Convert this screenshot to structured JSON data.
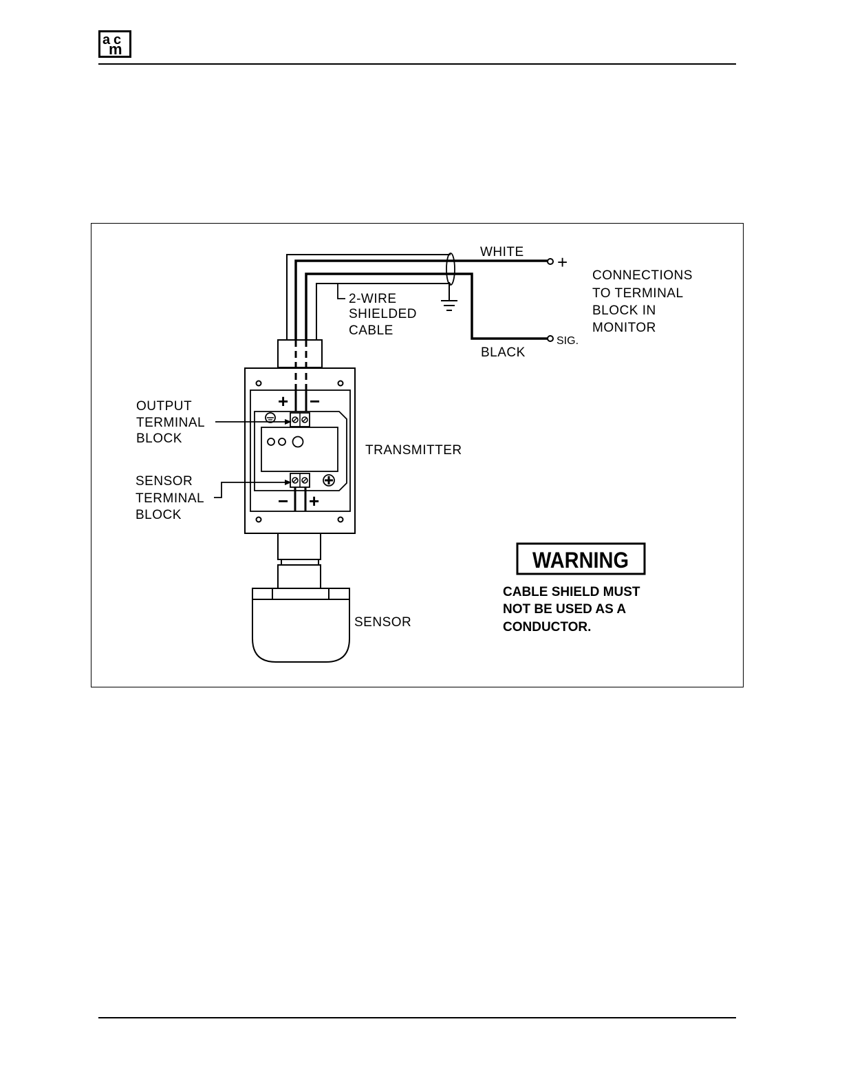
{
  "header": {
    "logo": {
      "letters": [
        "a",
        "c",
        "m"
      ]
    }
  },
  "diagram": {
    "wire_labels": {
      "white": "WHITE",
      "black": "BLACK"
    },
    "terminal_plus": "+",
    "terminal_sig": "SIG.",
    "cable_label": [
      "2-WIRE",
      "SHIELDED",
      "CABLE"
    ],
    "connections_label": [
      "CONNECTIONS",
      "TO TERMINAL",
      "BLOCK IN",
      "MONITOR"
    ],
    "output_terminal_label": [
      "OUTPUT",
      "TERMINAL",
      "BLOCK"
    ],
    "sensor_terminal_label": [
      "SENSOR",
      "TERMINAL",
      "BLOCK"
    ],
    "transmitter_label": "TRANSMITTER",
    "sensor_label": "SENSOR",
    "output_polarity": {
      "plus": "+",
      "minus": "−"
    },
    "sensor_polarity": {
      "minus": "−",
      "plus": "+"
    },
    "warning": {
      "title": "WARNING",
      "body": [
        "CABLE SHIELD MUST",
        "NOT BE USED AS A",
        "CONDUCTOR."
      ]
    }
  }
}
